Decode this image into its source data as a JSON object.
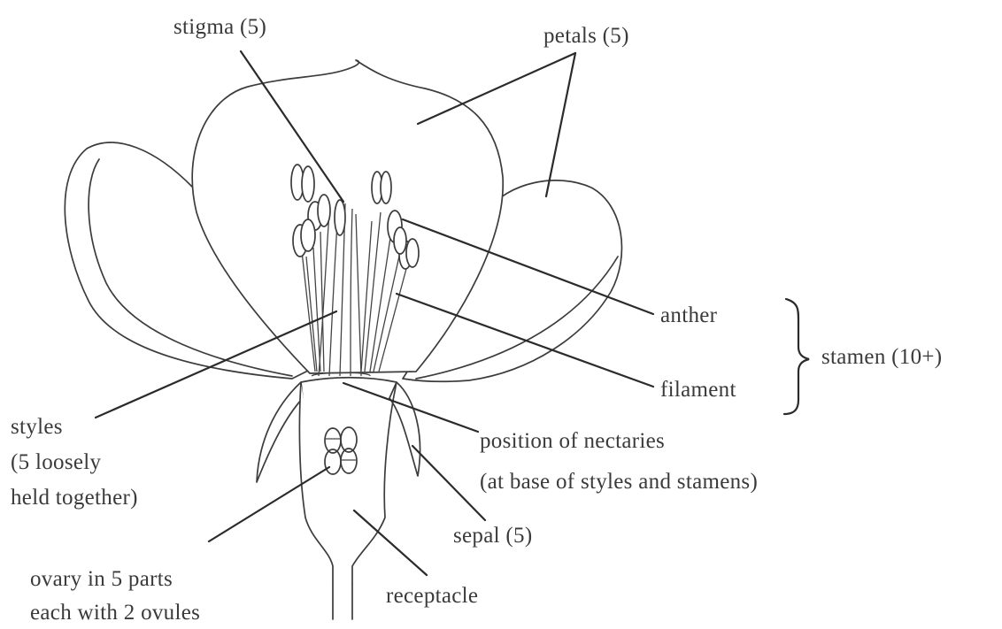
{
  "labels": {
    "stigma": "stigma (5)",
    "petals": "petals (5)",
    "anther": "anther",
    "filament": "filament",
    "stamen": "stamen (10+)",
    "styles": [
      "styles",
      "(5 loosely",
      "held together)"
    ],
    "nectaries": [
      "position of nectaries",
      "(at base of styles and stamens)"
    ],
    "sepal": "sepal (5)",
    "ovary": [
      "ovary in 5 parts",
      "each with 2 ovules"
    ],
    "receptacle": "receptacle"
  },
  "colors": {
    "ink": "#2b2b2b",
    "text": "#3a3a3a",
    "background": "#ffffff"
  }
}
